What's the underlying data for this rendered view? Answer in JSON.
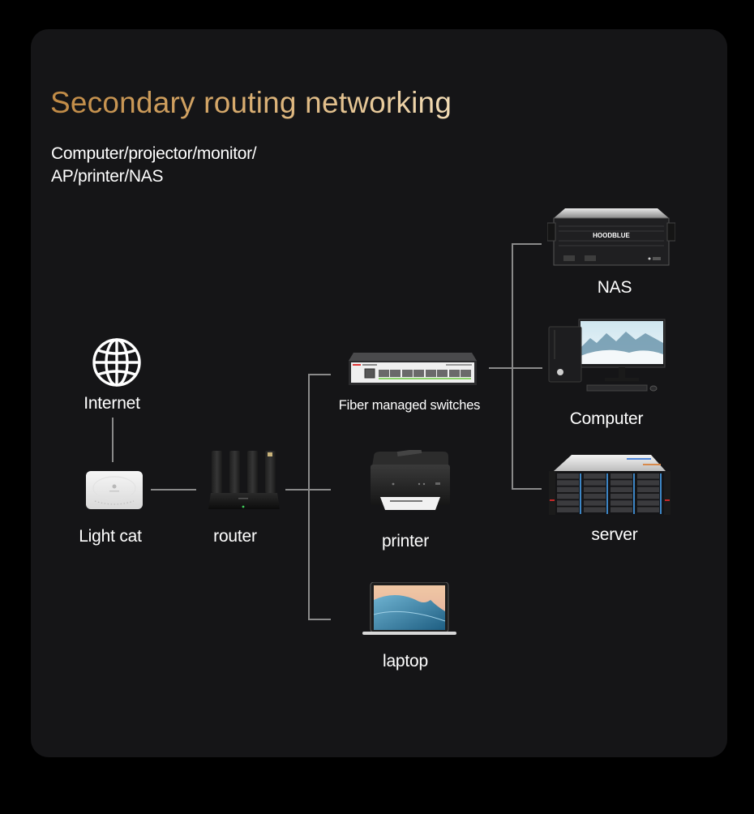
{
  "header": {
    "title": "Secondary routing networking",
    "subtitle_lines": [
      "Computer/projector/monitor/",
      "AP/printer/NAS"
    ]
  },
  "colors": {
    "background": "#151517",
    "title_gradient": [
      "#c08a45",
      "#f2dcb5"
    ],
    "connector": "#8a8a8a",
    "text": "#ffffff"
  },
  "nodes": {
    "internet": {
      "label": "Internet",
      "icon": "globe-icon"
    },
    "light_cat": {
      "label": "Light cat",
      "icon": "modem-icon"
    },
    "router": {
      "label": "router",
      "icon": "router-icon"
    },
    "switch": {
      "label": "Fiber managed switches",
      "icon": "switch-icon"
    },
    "printer": {
      "label": "printer",
      "icon": "printer-icon"
    },
    "laptop": {
      "label": "laptop",
      "icon": "laptop-icon"
    },
    "nas": {
      "label": "NAS",
      "icon": "nas-icon",
      "brand": "HOODBLUE"
    },
    "computer": {
      "label": "Computer",
      "icon": "desktop-computer-icon"
    },
    "server": {
      "label": "server",
      "icon": "server-icon"
    }
  },
  "connections": [
    [
      "internet",
      "light_cat"
    ],
    [
      "light_cat",
      "router"
    ],
    [
      "router",
      "switch"
    ],
    [
      "router",
      "printer"
    ],
    [
      "router",
      "laptop"
    ],
    [
      "switch",
      "nas"
    ],
    [
      "switch",
      "computer"
    ],
    [
      "switch",
      "server"
    ]
  ]
}
